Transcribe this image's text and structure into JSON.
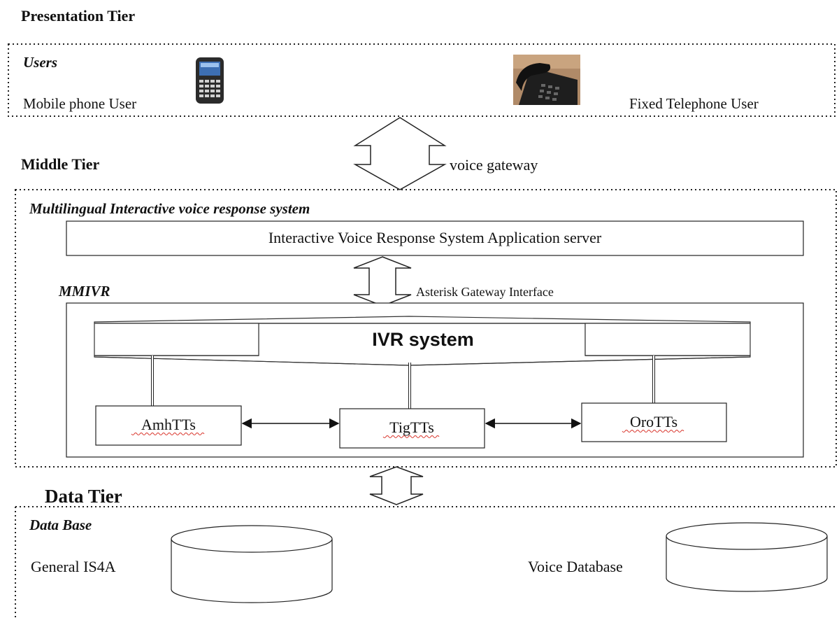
{
  "tiers": {
    "presentation": {
      "title": "Presentation Tier",
      "group_label": "Users",
      "mobile_user": "Mobile phone User",
      "fixed_user": "Fixed Telephone User"
    },
    "middle": {
      "title": "Middle Tier",
      "gateway_label": "voice gateway",
      "group_label": "Multilingual Interactive voice response system",
      "app_server": "Interactive Voice Response System Application server",
      "agi_label": "Asterisk Gateway Interface",
      "mmivr_label": "MMIVR",
      "ivr_system": "IVR system",
      "tts_modules": [
        "AmhTTs",
        "TigTTs",
        "OroTTs"
      ]
    },
    "data": {
      "title": "Data Tier",
      "group_label": "Data Base",
      "db_general": "General IS4A",
      "db_voice": "Voice Database"
    }
  },
  "icons": [
    "mobile-phone-icon",
    "desk-telephone-icon",
    "database-cylinder-icon"
  ],
  "colors": {
    "line": "#111111",
    "spell_underline": "#d9342b"
  }
}
